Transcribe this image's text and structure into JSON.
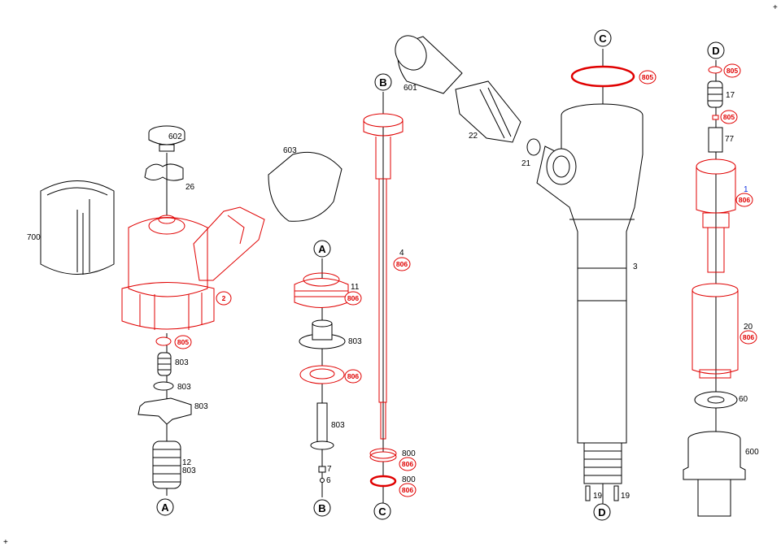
{
  "colors": {
    "highlight": "#e00000",
    "line": "#000000",
    "blue_label": "#1030e0"
  },
  "corner_marks": [
    "+",
    "+"
  ],
  "section_markers": {
    "a_bottom": "A",
    "b_bottom": "B",
    "c_bottom": "C",
    "d_bottom": "D",
    "a_top": "A",
    "b_top": "B",
    "c_top": "C",
    "d_top": "D"
  },
  "part_labels": {
    "p602": "602",
    "p26": "26",
    "p603": "603",
    "p700": "700",
    "p803_spring": "803",
    "p803_washer": "803",
    "p803_plate": "803",
    "p12": "12",
    "p803_big_spring": "803",
    "p11": "11",
    "p803_seat": "803",
    "p803_pin": "803",
    "p7": "7",
    "p6": "6",
    "p4": "4",
    "p800_a": "800",
    "p800_b": "800",
    "p601": "601",
    "p22": "22",
    "p21": "21",
    "p3": "3",
    "p19_a": "19",
    "p19_b": "19",
    "p17": "17",
    "p77": "77",
    "p1": "1",
    "p20": "20",
    "p60": "60",
    "p600": "600"
  },
  "badges": {
    "b2": "2",
    "b805_a": "805",
    "b806_11": "806",
    "b806_ring": "806",
    "b806_4": "806",
    "b806_800a": "806",
    "b806_800b": "806",
    "b805_c": "805",
    "b805_d": "805",
    "b805_small": "805",
    "b806_1": "806",
    "b806_20": "806"
  }
}
